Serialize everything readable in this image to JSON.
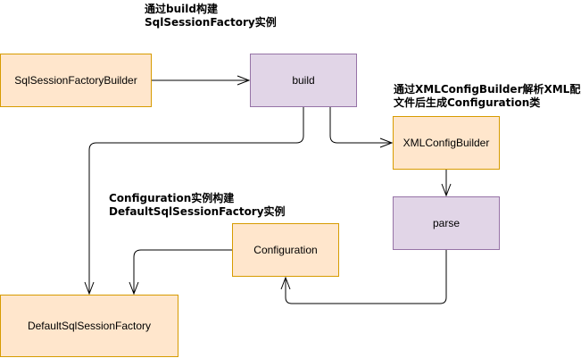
{
  "diagram": {
    "nodes": {
      "sqlSessionFactoryBuilder": "SqlSessionFactoryBuilder",
      "build": "build",
      "xmlConfigBuilder": "XMLConfigBuilder",
      "parse": "parse",
      "configuration": "Configuration",
      "defaultSqlSessionFactory": "DefaultSqlSessionFactory"
    },
    "annotations": {
      "build_note": [
        "通过build构建",
        "SqlSessionFactory实例"
      ],
      "xml_note": [
        "通过XMLConfigBuilder解析XML配置",
        "文件后生成Configuration类"
      ],
      "config_note": [
        "Configuration实例构建",
        "DefaultSqlSessionFactory实例"
      ]
    },
    "colors": {
      "orange_fill": "#ffe6cc",
      "orange_stroke": "#d79b00",
      "purple_fill": "#e1d5e7",
      "purple_stroke": "#9673a6",
      "edge": "#000000"
    }
  }
}
